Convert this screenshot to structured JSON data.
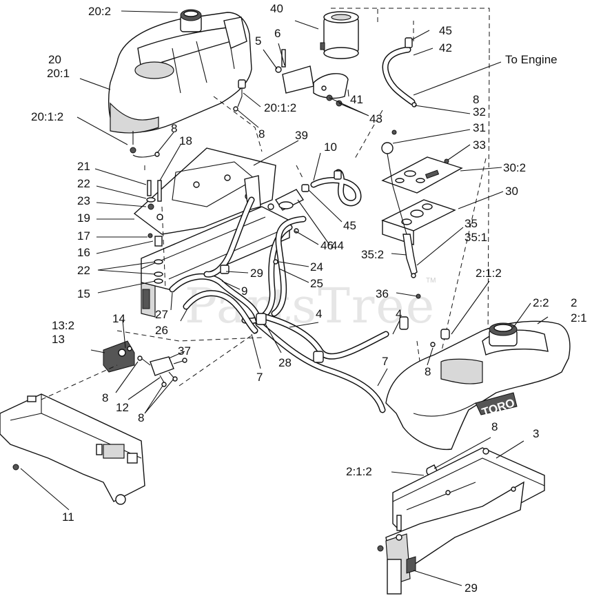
{
  "watermark": "PartsTree",
  "watermark_tm": "TM",
  "brand_logo": "TORO",
  "callouts": {
    "c20_2": "20:2",
    "c20": "20",
    "c20_1": "20:1",
    "c20_1_2a": "20:1:2",
    "c20_1_2b": "20:1:2",
    "c8a": "8",
    "c8b": "8",
    "c8c": "8",
    "c8d": "8",
    "c8e": "8",
    "c8f": "8",
    "c8g": "8",
    "c18": "18",
    "c21": "21",
    "c22a": "22",
    "c22b": "22",
    "c23": "23",
    "c19": "19",
    "c17": "17",
    "c16": "16",
    "c15": "15",
    "c14": "14",
    "c13_2": "13:2",
    "c13": "13",
    "c12": "12",
    "c11": "11",
    "c37": "37",
    "c27": "27",
    "c26": "26",
    "c29a": "29",
    "c29b": "29",
    "c9": "9",
    "c7a": "7",
    "c7b": "7",
    "c28": "28",
    "c4a": "4",
    "c4b": "4",
    "c24": "24",
    "c25": "25",
    "c46": "46",
    "c44": "44",
    "c45a": "45",
    "c45b": "45",
    "c10": "10",
    "c39": "39",
    "c40": "40",
    "c6": "6",
    "c5": "5",
    "c41": "41",
    "c43": "43",
    "c42": "42",
    "to_engine": "To Engine",
    "c32": "32",
    "c31": "31",
    "c33": "33",
    "c30_2": "30:2",
    "c30": "30",
    "c35": "35",
    "c35_1": "35:1",
    "c35_2": "35:2",
    "c36": "36",
    "c2_1_2a": "2:1:2",
    "c2_1_2b": "2:1:2",
    "c2_2": "2:2",
    "c2": "2",
    "c2_1": "2:1",
    "c3": "3"
  }
}
